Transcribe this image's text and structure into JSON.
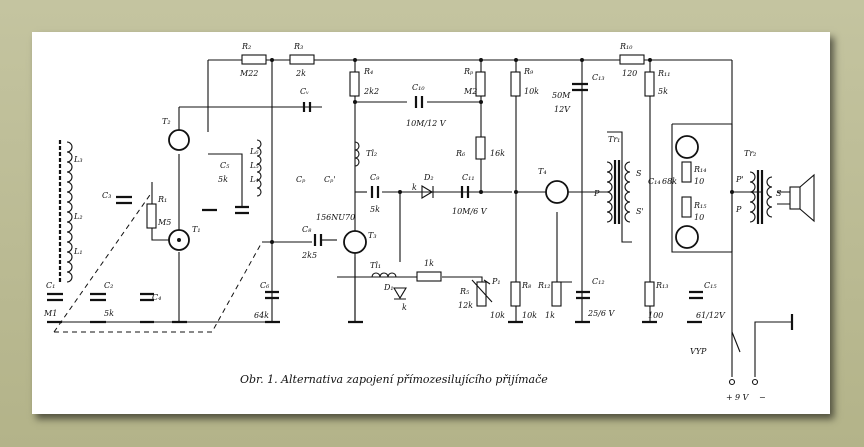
{
  "caption": "Obr. 1. Alternativa zapojení přímozesilujícího přijímače",
  "labels": {
    "R2": "R₂",
    "R2v": "M22",
    "R3": "R₃",
    "R3v": "2k",
    "R4": "R₄",
    "R4v": "2k2",
    "R7": "Rₚ",
    "R7v": "M2",
    "R9": "R₉",
    "R9v": "10k",
    "R10": "R₁₀",
    "R10v": "120",
    "R11": "R₁₁",
    "R11v": "5k",
    "C13": "C₁₃",
    "C13v": "50M",
    "C13v2": "12V",
    "Cv": "Cᵥ",
    "C10": "C₁₀",
    "C10v": "10M/12 V",
    "T2": "T₂",
    "T1": "T₁",
    "T3": "T₃",
    "T4": "T₄",
    "T3type": "156NU70",
    "L3": "L₃",
    "L2": "L₂",
    "L1": "L₁",
    "L6": "L₆",
    "L5": "L₅",
    "L4": "L₄",
    "C3": "C₃",
    "R1": "R₁",
    "R1v": "M5",
    "C5": "C₅",
    "C5v": "5k",
    "C7": "Cₚ",
    "C7b": "Cₚ'",
    "Tl2": "Tl₂",
    "C9": "C₉",
    "C9v": "5k",
    "D2": "D₂",
    "Dk": "k",
    "R6": "R₆",
    "R6v": "16k",
    "C11": "C₁₁",
    "C11v": "10M/6 V",
    "C8": "C₈",
    "C8v": "2k5",
    "Tl1": "Tl₁",
    "R1k": "1k",
    "D1": "D₁",
    "D1k": "k",
    "R5": "R₅",
    "R5v": "12k",
    "P1": "P₁",
    "P1v": "10k",
    "R8": "R₈",
    "R8v": "10k",
    "R12": "R₁₂",
    "R12v": "1k",
    "C12": "C₁₂",
    "C12v": "25/6 V",
    "R13": "R₁₃",
    "R13v": "100",
    "C15": "C₁₅",
    "C15v": "61/12V",
    "Tr1": "Tr₁",
    "P": "P",
    "S": "S",
    "S2": "S'",
    "C14": "C₁₄",
    "C14v": "68k",
    "R14": "R₁₄",
    "R14v": "10",
    "R15": "R₁₅",
    "R15v": "10",
    "Tr2": "Tr₂",
    "P2": "P'",
    "P3": "P",
    "Sx": "S",
    "C1": "C₁",
    "M1": "M1",
    "C2": "C₂",
    "C2v": "5k",
    "C4": "C₄",
    "C6": "C₆",
    "C6v": "64k",
    "VYP": "VYP",
    "plus": "+",
    "volts": "9 V",
    "minus": "−"
  }
}
